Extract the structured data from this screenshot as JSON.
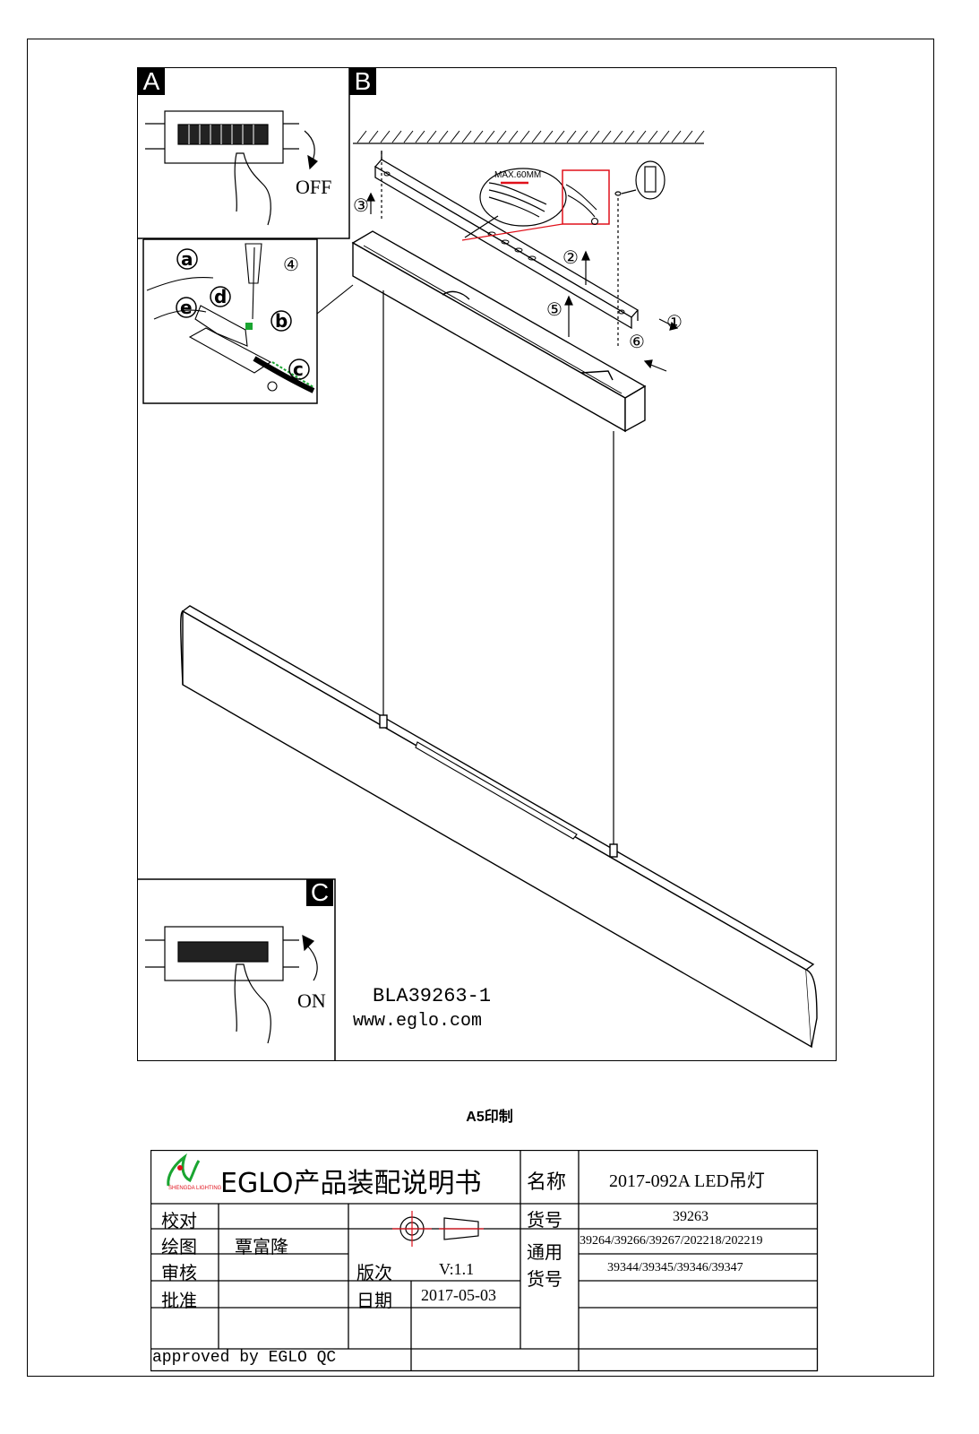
{
  "panels": {
    "a": "A",
    "b": "B",
    "c": "C"
  },
  "switch": {
    "off_label": "OFF",
    "on_label": "ON"
  },
  "wire_strip_label": "MAX.60MM",
  "step_markers": [
    "①",
    "②",
    "③",
    "④",
    "⑤",
    "⑥"
  ],
  "wire_letters": [
    "a",
    "b",
    "c",
    "d",
    "e"
  ],
  "model_code": "BLA39263-1",
  "website": "www.eglo.com",
  "print_note": "A5印制",
  "title_block": {
    "logo_text": "SHENGDA LIGHTING",
    "doc_title": "EGLO产品装配说明书",
    "name_label": "名称",
    "name_value": "2017-092A LED吊灯",
    "item_label": "货号",
    "item_value": "39263",
    "general_label_1": "通用",
    "general_label_2": "货号",
    "general_values": [
      "39264/39266/39267/202218/202219",
      "39344/39345/39346/39347"
    ],
    "rows": [
      {
        "label": "校对",
        "value": ""
      },
      {
        "label": "绘图",
        "value": "覃富隆"
      },
      {
        "label": "审核",
        "value": ""
      },
      {
        "label": "批准",
        "value": ""
      }
    ],
    "version_label": "版次",
    "version_value": "V:1.1",
    "date_label": "日期",
    "date_value": "2017-05-03",
    "approval": "approved by EGLO QC"
  },
  "colors": {
    "line": "#000000",
    "highlight": "#e0101a",
    "wire_green": "#1aa531"
  }
}
